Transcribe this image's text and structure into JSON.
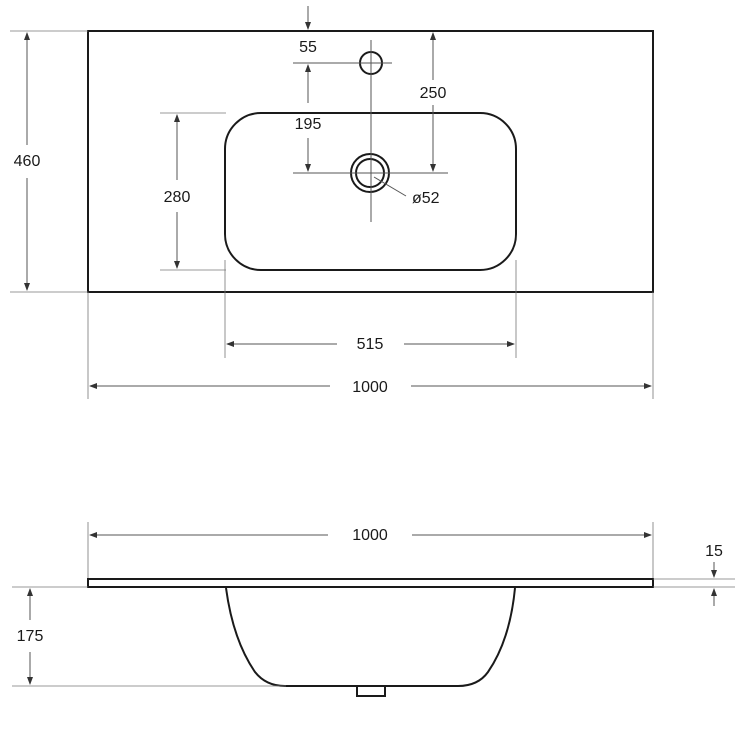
{
  "top_view": {
    "overall_width": "1000",
    "overall_depth": "460",
    "tap_hole_offset": "55",
    "tap_to_drain": "250",
    "drain_from_basin_top": "195",
    "basin_depth": "280",
    "basin_width": "515",
    "drain_diameter": "ø52"
  },
  "side_view": {
    "overall_width": "1000",
    "slab_thickness": "15",
    "bowl_height": "175"
  }
}
